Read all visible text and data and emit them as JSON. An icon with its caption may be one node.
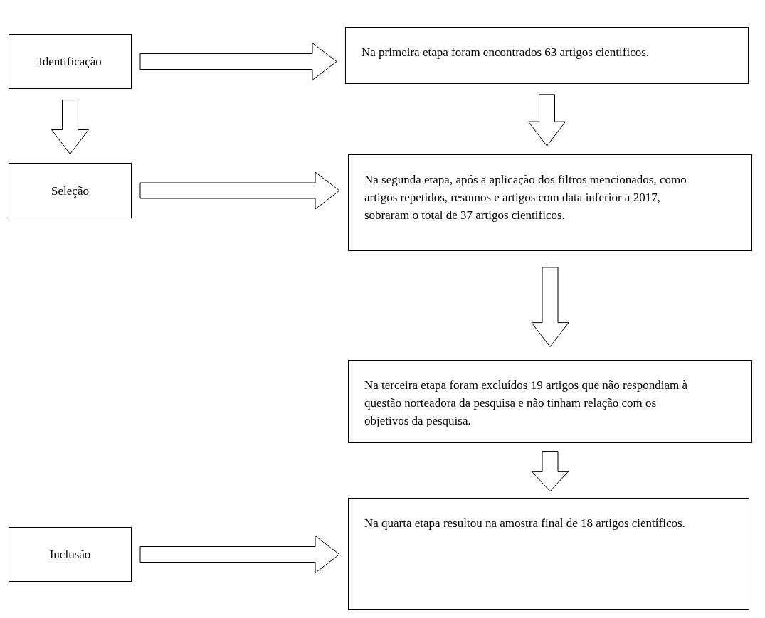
{
  "diagram": {
    "nodes": [
      {
        "text": [
          "Identificação"
        ]
      },
      {
        "text": [
          "Na primeira etapa foram encontrados 63 artigos científicos."
        ]
      },
      {
        "text": [
          "Seleção"
        ]
      },
      {
        "text": [
          "Na segunda etapa, após a aplicação dos filtros mencionados, como artigos repetidos, resumos e artigos com data inferior a 2017, sobraram o total de 37 artigos científicos."
        ]
      },
      {
        "text": [
          "Na terceira etapa foram excluídos 19 artigos que não respondiam à questão norteadora da pesquisa e não tinham relação com os objetivos da pesquisa."
        ]
      },
      {
        "text": [
          "Inclusão"
        ]
      },
      {
        "text": [
          "Na quarta etapa resultou na amostra final de 18 artigos científicos."
        ]
      }
    ],
    "edges": [
      {
        "from": 0,
        "to": 1,
        "arrow": "to"
      },
      {
        "from": 0,
        "to": 2,
        "arrow": "to"
      },
      {
        "from": 1,
        "to": 3,
        "arrow": "to"
      },
      {
        "from": 2,
        "to": 3,
        "arrow": "to"
      },
      {
        "from": 3,
        "to": 4,
        "arrow": "to"
      },
      {
        "from": 4,
        "to": 6,
        "arrow": "to"
      },
      {
        "from": 5,
        "to": 6,
        "arrow": "to"
      }
    ]
  }
}
